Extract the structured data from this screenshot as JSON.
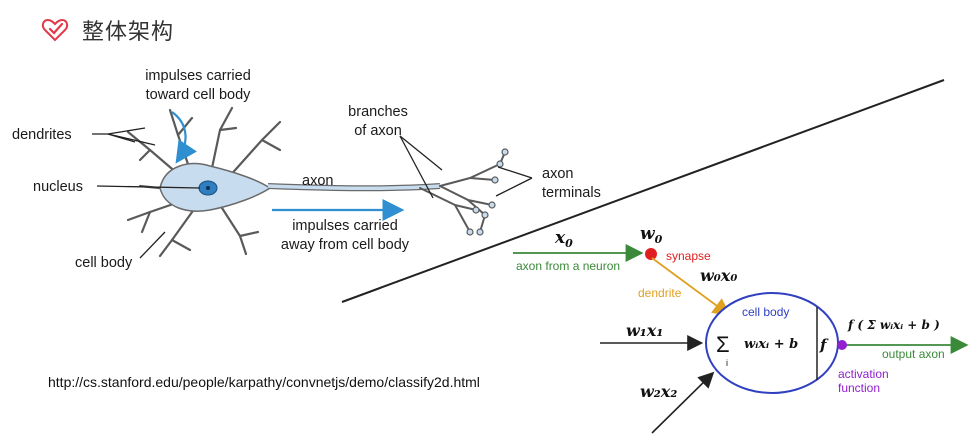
{
  "header": {
    "icon": "heart-check-icon",
    "icon_color": "#e23a4a",
    "title": "整体架构"
  },
  "neuron": {
    "labels": {
      "impulses_toward_1": "impulses carried",
      "impulses_toward_2": "toward cell body",
      "dendrites": "dendrites",
      "branches_1": "branches",
      "branches_2": "of axon",
      "nucleus": "nucleus",
      "axon": "axon",
      "axon_terminals_1": "axon",
      "axon_terminals_2": "terminals",
      "impulses_away_1": "impulses carried",
      "impulses_away_2": "away from cell body",
      "cell_body": "cell body"
    },
    "colors": {
      "cell": "#c8dcef",
      "nucleus": "#2f7fc0",
      "arrow": "#2f8fd0"
    }
  },
  "model": {
    "x0": "x",
    "x0_sub": "0",
    "w0": "w",
    "w0_sub": "0",
    "synapse": "synapse",
    "axon_from_neuron": "axon from a neuron",
    "w0x0": "w₀x₀",
    "dendrite": "dendrite",
    "cell_body": "cell body",
    "w1x1": "w₁x₁",
    "w2x2": "w₂x₂",
    "sum_expr": "wᵢxᵢ + b",
    "sum_sub": "i",
    "f": "f",
    "output_expr": "f ( Σ wᵢxᵢ + b )",
    "output_axon": "output axon",
    "activation_1": "activation",
    "activation_2": "function",
    "colors": {
      "green": "#3a8a3a",
      "red": "#e02020",
      "orange": "#e0a020",
      "blue": "#3040c0",
      "purple": "#9020d0",
      "line": "#222222"
    }
  },
  "url": "http://cs.stanford.edu/people/karpathy/convnetjs/demo/classify2d.html"
}
